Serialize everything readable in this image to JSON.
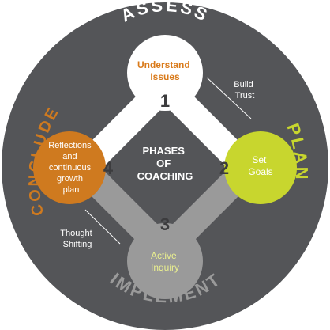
{
  "title": {
    "line1": "PHASES",
    "line2": "OF",
    "line3": "COACHING"
  },
  "arcs": {
    "assess": "ASSESS",
    "plan": "PLAN",
    "implement": "IMPLEMENT",
    "conclude": "CONCLUDE"
  },
  "phases": [
    {
      "number": "1",
      "line1": "Understand",
      "line2": "Issues"
    },
    {
      "number": "2",
      "line1": "Set",
      "line2": "Goals"
    },
    {
      "number": "3",
      "line1": "Active",
      "line2": "Inquiry"
    },
    {
      "number": "4",
      "line1": "Reflections",
      "line2": "and",
      "line3": "continuous",
      "line4": "growth",
      "line5": "plan"
    }
  ],
  "notes": {
    "build_trust_line1": "Build",
    "build_trust_line2": "Trust",
    "thought_shifting_line1": "Thought",
    "thought_shifting_line2": "Shifting"
  },
  "colors": {
    "background": "#545558",
    "assess": "#ffffff",
    "plan": "#c8d62e",
    "implement": "#9a9a9a",
    "conclude": "#cf7a1f",
    "assess_text": "#d97a1a",
    "number": "#3c3c3e"
  }
}
